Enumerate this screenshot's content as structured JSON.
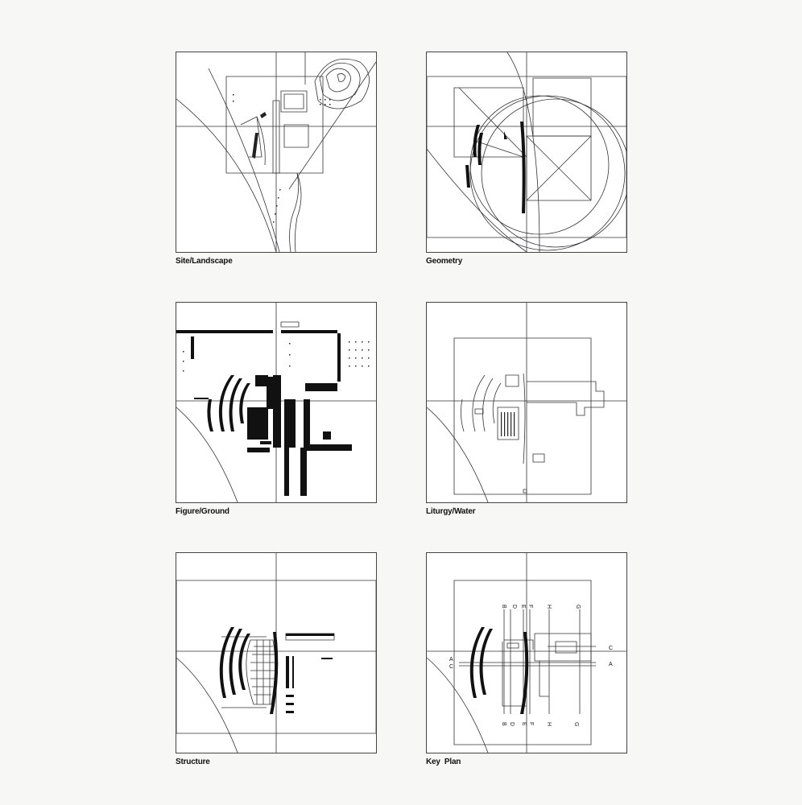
{
  "sheet": {
    "panels": [
      {
        "id": "site",
        "caption": "Site/Landscape"
      },
      {
        "id": "geometry",
        "caption": "Geometry"
      },
      {
        "id": "figure",
        "caption": "Figure/Ground"
      },
      {
        "id": "liturgy",
        "caption": "Liturgy/Water"
      },
      {
        "id": "structure",
        "caption": "Structure"
      },
      {
        "id": "keyplan",
        "caption": "Key  Plan"
      }
    ],
    "keyplan_labels": {
      "top": [
        "B",
        "D",
        "E",
        "F",
        "H",
        "G"
      ],
      "bottom": [
        "B",
        "D",
        "E",
        "F",
        "H",
        "G"
      ],
      "left": [
        "A",
        "C"
      ],
      "right": [
        "C",
        "A"
      ]
    }
  }
}
